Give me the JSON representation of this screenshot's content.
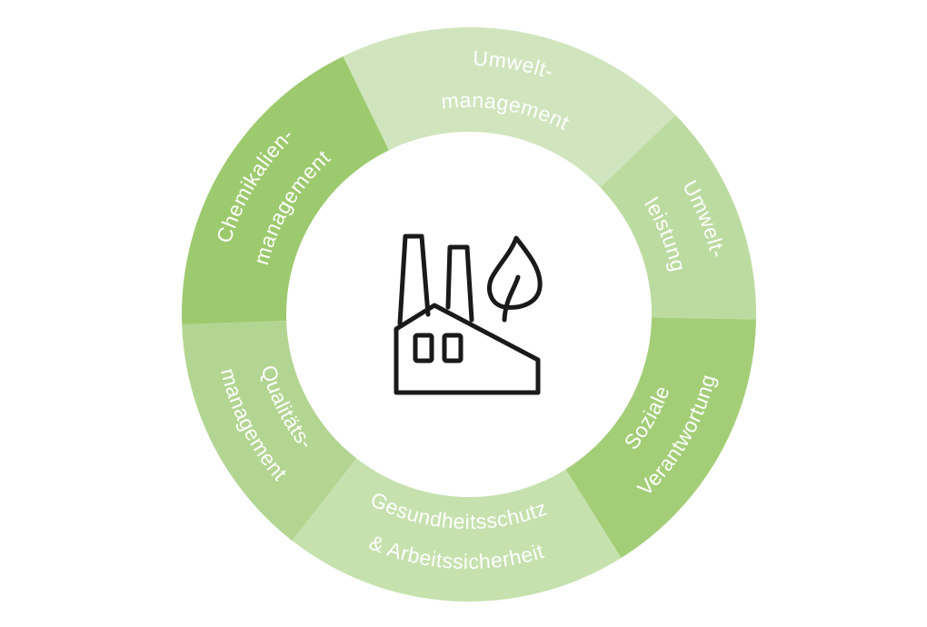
{
  "center_icon": "factory-with-leaf-icon",
  "segments": [
    {
      "id": "umweltmanagement",
      "lines": [
        "Umwelt-",
        "management"
      ],
      "color": "#d0e5bd"
    },
    {
      "id": "umweltleistung",
      "lines": [
        "Umwelt-",
        "leistung"
      ],
      "color": "#bcdba0"
    },
    {
      "id": "soziale-verantwortung",
      "lines": [
        "Soziale",
        "Verantwortung"
      ],
      "color": "#a3ce77"
    },
    {
      "id": "gesundheitsschutz",
      "lines": [
        "Gesundheitsschutz",
        "& Arbeitssicherheit"
      ],
      "color": "#c6e1ae"
    },
    {
      "id": "qualitaetsmanagement",
      "lines": [
        "Qualitäts-",
        "management"
      ],
      "color": "#b3d592"
    },
    {
      "id": "chemikalienmanagement",
      "lines": [
        "Chemikalien-",
        "management"
      ],
      "color": "#9dca6e"
    }
  ]
}
